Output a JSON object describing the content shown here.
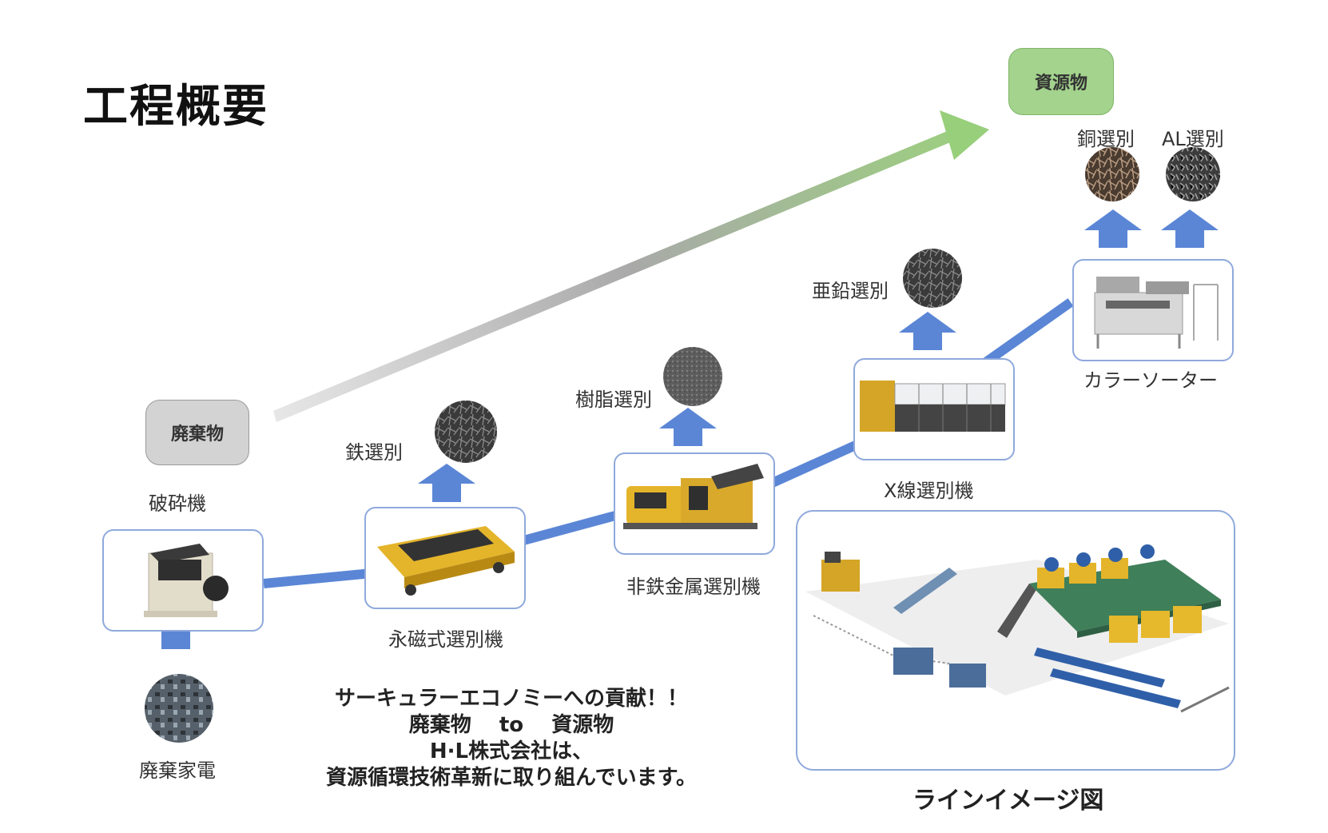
{
  "title": "工程概要",
  "waste_pill": "廃棄物",
  "resource_pill": "資源物",
  "machines": {
    "crusher": "破砕機",
    "magnetic": "永磁式選別機",
    "nonferrous": "非鉄金属選別機",
    "xray": "X線選別機",
    "color_sorter": "カラーソーター"
  },
  "sorted": {
    "iron": "鉄選別",
    "resin": "樹脂選別",
    "zinc": "亜鉛選別",
    "copper": "銅選別",
    "aluminum": "AL選別"
  },
  "source": "廃棄家電",
  "message": {
    "line1": "サーキュラーエコノミーへの貢献！！",
    "line2": "廃棄物　 to　 資源物",
    "line3": "H·L株式会社は、",
    "line4": "資源循環技術革新に取り組んでいます。"
  },
  "line_image_caption": "ラインイメージ図",
  "colors": {
    "flow_line": "#5b86d6",
    "up_arrow": "#5b86d6",
    "waste_pill": "#d3d3d3",
    "resource_pill": "#a3d38d",
    "box_border": "#8fa9dc"
  }
}
